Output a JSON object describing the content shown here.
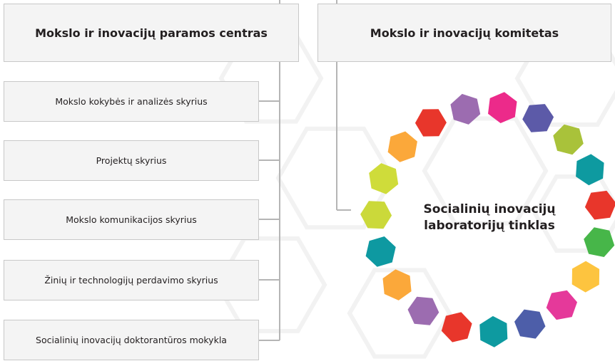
{
  "top_boxes": {
    "left": "Mokslo ir inovacijų paramos centras",
    "right": "Mokslo ir inovacijų komitetas"
  },
  "departments": [
    "Mokslo kokybės ir analizės skyrius",
    "Projektų skyrius",
    "Mokslo komunikacijos skyrius",
    "Žinių ir technologijų perdavimo skyrius",
    "Socialinių inovacijų doktorantūros mokykla"
  ],
  "network": {
    "line1": "Socialinių inovacijų",
    "line2": "laboratorijų tinklas",
    "hexagon_colors": [
      "#ec2a8a",
      "#5c5aa8",
      "#a9c23a",
      "#0e9aa0",
      "#e8362b",
      "#47b649",
      "#fdc43f",
      "#e5399a",
      "#4d5ea9",
      "#0e9aa0",
      "#e8362b",
      "#9c6cb0",
      "#fba83a",
      "#0e99a1",
      "#cbd93a",
      "#cfdc3a",
      "#fba83a",
      "#e8362b",
      "#9c6cb0"
    ]
  },
  "colors": {
    "box_fill": "#f4f4f4",
    "box_border": "#c8c8c8",
    "connector": "#b5b5b5",
    "text": "#231f20"
  }
}
